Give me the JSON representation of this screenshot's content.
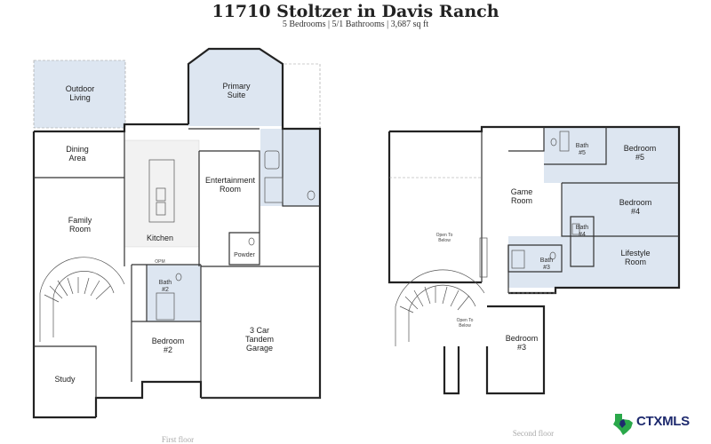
{
  "header": {
    "title": "11710 Stoltzer in Davis Ranch",
    "subtitle": "5 Bedrooms | 5/1 Bathrooms | 3,687 sq ft"
  },
  "first_floor": {
    "caption": "First floor",
    "rooms": {
      "outdoor_living": [
        "Outdoor",
        "Living"
      ],
      "primary_suite": [
        "Primary",
        "Suite"
      ],
      "dining_area": [
        "Dining",
        "Area"
      ],
      "family_room": [
        "Family",
        "Room"
      ],
      "kitchen": "Kitchen",
      "entertainment_room": [
        "Entertainment",
        "Room"
      ],
      "powder": "Powder",
      "bath2": [
        "Bath",
        "#2"
      ],
      "bedroom2": [
        "Bedroom",
        "#2"
      ],
      "garage": [
        "3 Car",
        "Tandem",
        "Garage"
      ],
      "study": "Study",
      "pantry_note": "OPM"
    }
  },
  "second_floor": {
    "caption": "Second floor",
    "rooms": {
      "open_to_below_1": [
        "Open To",
        "Below"
      ],
      "open_to_below_2": [
        "Open To",
        "Below"
      ],
      "game_room": [
        "Game",
        "Room"
      ],
      "bath5": [
        "Bath",
        "#5"
      ],
      "bedroom5": [
        "Bedroom",
        "#5"
      ],
      "bedroom4": [
        "Bedroom",
        "#4"
      ],
      "bath4": [
        "Bath",
        "#4"
      ],
      "bath3": [
        "Bath",
        "#3"
      ],
      "lifestyle_room": [
        "Lifestyle",
        "Room"
      ],
      "bedroom3": [
        "Bedroom",
        "#3"
      ]
    }
  },
  "branding": {
    "logo_text": "CTXMLS",
    "logo_icon": "texas-state-icon",
    "brand_color": "#1e2a6e",
    "accent_color": "#2aa84a"
  },
  "colors": {
    "room_highlight": "#dde6f1",
    "wall": "#222222"
  }
}
